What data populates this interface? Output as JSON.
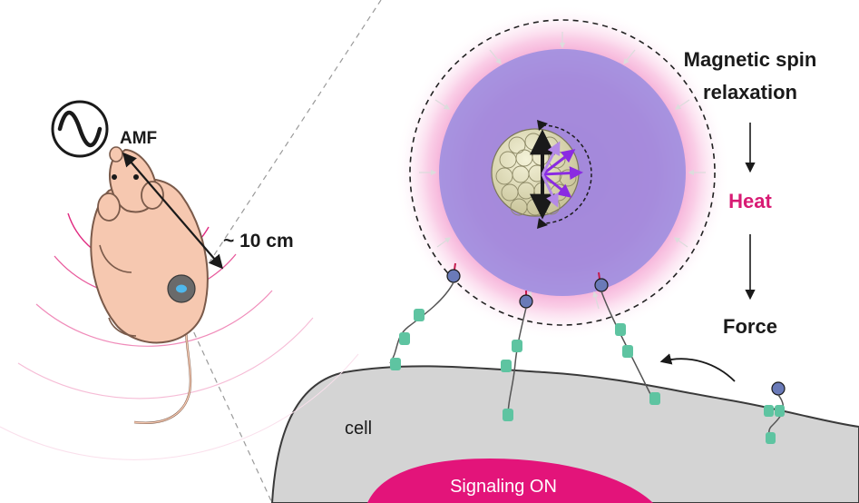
{
  "labels": {
    "amf": "AMF",
    "distance": "~ 10 cm",
    "step1_line1": "Magnetic spin",
    "step1_line2": "relaxation",
    "step2": "Heat",
    "step3": "Force",
    "cell": "cell",
    "signaling": "Signaling ON"
  },
  "colors": {
    "heat": "#d81b74",
    "signaling": "#e3147a",
    "cell": "#d4d4d4",
    "mouse": "#f6c8b0",
    "halo": "#9e8fe0",
    "receptor": "#5ec4a1",
    "text": "#1a1a1a"
  },
  "icons": {
    "amf_symbol": "sine-wave-icon"
  }
}
